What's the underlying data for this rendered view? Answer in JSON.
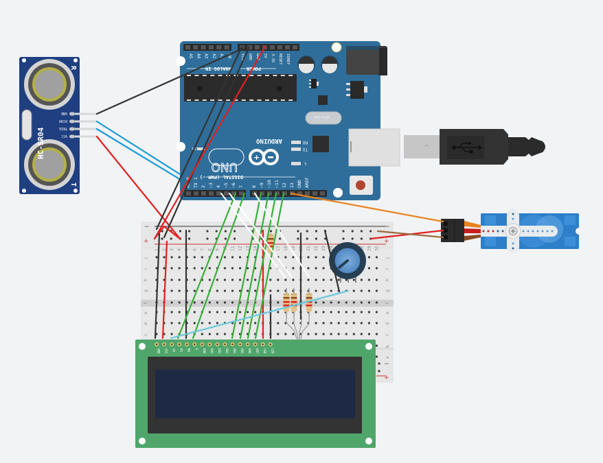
{
  "colors": {
    "background": "#f2f3f5",
    "arduino_board": "#2f6e9a",
    "sensor_board": "#1f3f80",
    "lcd_pcb": "#4fa66b",
    "lcd_screen": "#1e2a45",
    "wire_red": "#e0201f",
    "wire_black": "#333333",
    "wire_blue": "#1a9bd6",
    "wire_green": "#3aae3a",
    "wire_white": "#ffffff",
    "wire_orange": "#e8831e",
    "wire_brown": "#9b6b3f",
    "wire_cyan": "#6cc9dc",
    "servo_body": "#2c7fc8"
  },
  "arduino": {
    "model_label": "UNO",
    "brand_label": "ARDUINO",
    "analog_header_label": "ANALOG IN",
    "power_header_label": "POWER",
    "digital_header_label": "DIGITAL (PWM ~)",
    "on_label": "ON",
    "led_labels": [
      "RX",
      "TX",
      "L"
    ],
    "crystal_label": "SP16.000",
    "analog_pins": [
      "A5",
      "A4",
      "A3",
      "A2",
      "A1",
      "A0"
    ],
    "power_pins": [
      "VIN",
      "GND",
      "GND",
      "5V",
      "3.3V",
      "RESET",
      "IOREF"
    ],
    "digital_pins_low": [
      "RX 0",
      "TX 1",
      "2",
      "~3",
      "4",
      "~5",
      "~6",
      "7"
    ],
    "digital_pins_high": [
      "8",
      "~9",
      "~10",
      "~11",
      "12",
      "13",
      "GND",
      "AREF"
    ]
  },
  "sensor": {
    "model_label": "HC-SR04",
    "transducer_labels": [
      "R",
      "T"
    ],
    "pins": [
      "GND",
      "ECHO",
      "TRIG",
      "VCC"
    ]
  },
  "lcd": {
    "pins": [
      "GND",
      "VCC",
      "V0",
      "RS",
      "RW",
      "E",
      "DB0",
      "DB1",
      "DB2",
      "DB3",
      "DB4",
      "DB5",
      "DB6",
      "DB7",
      "LED",
      "LED"
    ]
  },
  "breadboard": {
    "row_letters_top": [
      "j",
      "i",
      "h",
      "g",
      "f"
    ],
    "row_letters_bottom": [
      "e",
      "d",
      "c",
      "b",
      "a"
    ],
    "columns": [
      "1",
      "2",
      "3",
      "4",
      "5",
      "6",
      "7",
      "8",
      "9",
      "10",
      "11",
      "12",
      "13",
      "14",
      "15",
      "16",
      "17",
      "18",
      "19",
      "20",
      "21",
      "22",
      "23",
      "24",
      "25",
      "26",
      "27",
      "28",
      "29",
      "30"
    ],
    "rail_minus": "−",
    "rail_plus": "+"
  },
  "usb": {
    "icon": "usb-icon"
  },
  "servo": {
    "icon": "servo-horn-icon"
  }
}
